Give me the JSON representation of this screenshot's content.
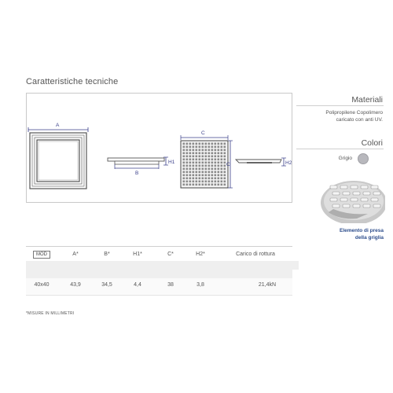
{
  "heading": "Caratteristiche tecniche",
  "materials": {
    "title": "Materiali",
    "line1": "Polipropilene Copolimero",
    "line2": "caricato con anti UV."
  },
  "colors": {
    "title": "Colori",
    "items": [
      {
        "name": "Grigio",
        "swatch": "#b8b8bd"
      }
    ]
  },
  "photo_caption": {
    "line1": "Elemento di presa",
    "line2": "della griglia"
  },
  "drawing_labels": {
    "a": "A",
    "b": "B",
    "c_top": "C",
    "c_side": "C",
    "h1": "H1",
    "h2": "H2"
  },
  "table": {
    "headers": [
      "MOD",
      "A*",
      "B*",
      "H1*",
      "C*",
      "H2*",
      "Carico di rottura"
    ],
    "rows": [
      [
        "40x40",
        "43,9",
        "34,5",
        "4,4",
        "38",
        "3,8",
        "21,4kN"
      ]
    ]
  },
  "footnote": "*MISURE IN MILLIMETRI",
  "palette": {
    "dimension_blue": "#3a3f8a",
    "caption_blue": "#2d4d8c",
    "line_grey": "#cfcfcf"
  }
}
